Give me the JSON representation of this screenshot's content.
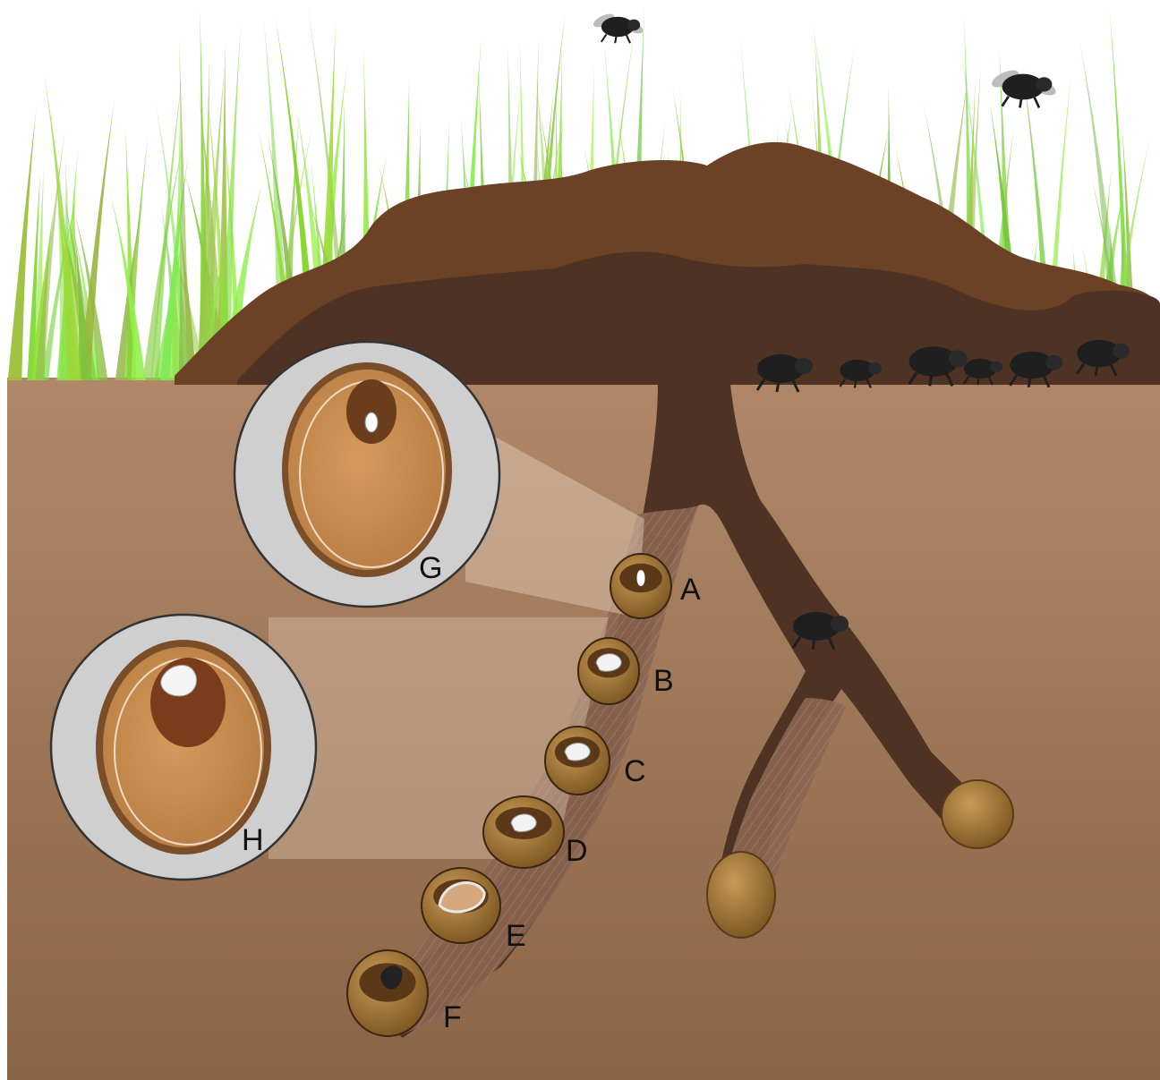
{
  "labels": {
    "a": "A",
    "b": "B",
    "c": "C",
    "d": "D",
    "e": "E",
    "f": "F",
    "g": "G",
    "h": "H"
  },
  "colors": {
    "sky": "#ffffff",
    "grass": "#8fbf3a",
    "dung": "#6b4226",
    "soil": "#a97e5f",
    "soil_deep": "#8a6448",
    "tunnel": "#4e3324",
    "brood_ball": "#b07d3a",
    "inset_bg": "#cfcfcf",
    "beetle": "#1f1f1f"
  }
}
